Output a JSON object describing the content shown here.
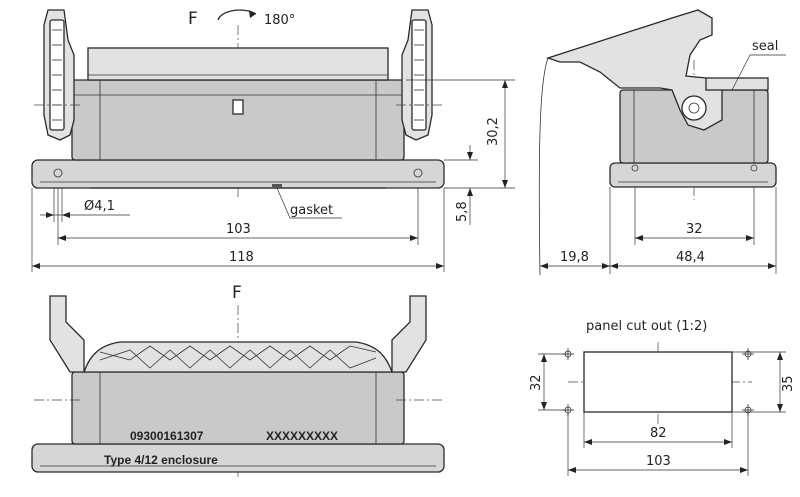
{
  "views": {
    "front_top": {
      "label": "F",
      "rotation": "180°"
    },
    "front_bottom": {
      "label": "F"
    },
    "side": {
      "seal_label": "seal"
    },
    "cutout": {
      "title": "panel cut out (1:2)"
    }
  },
  "dimensions": {
    "hole_dia": "Ø4,1",
    "width_103": "103",
    "width_118": "118",
    "height_30_2": "30,2",
    "height_5_8": "5,8",
    "side_32": "32",
    "side_19_8": "19,8",
    "side_48_4": "48,4",
    "cutout_82": "82",
    "cutout_103": "103",
    "cutout_32": "32",
    "cutout_35": "35"
  },
  "annotations": {
    "gasket": "gasket",
    "part_number": "09300161307",
    "placeholder": "XXXXXXXXX",
    "type_label": "Type 4/12 enclosure"
  }
}
